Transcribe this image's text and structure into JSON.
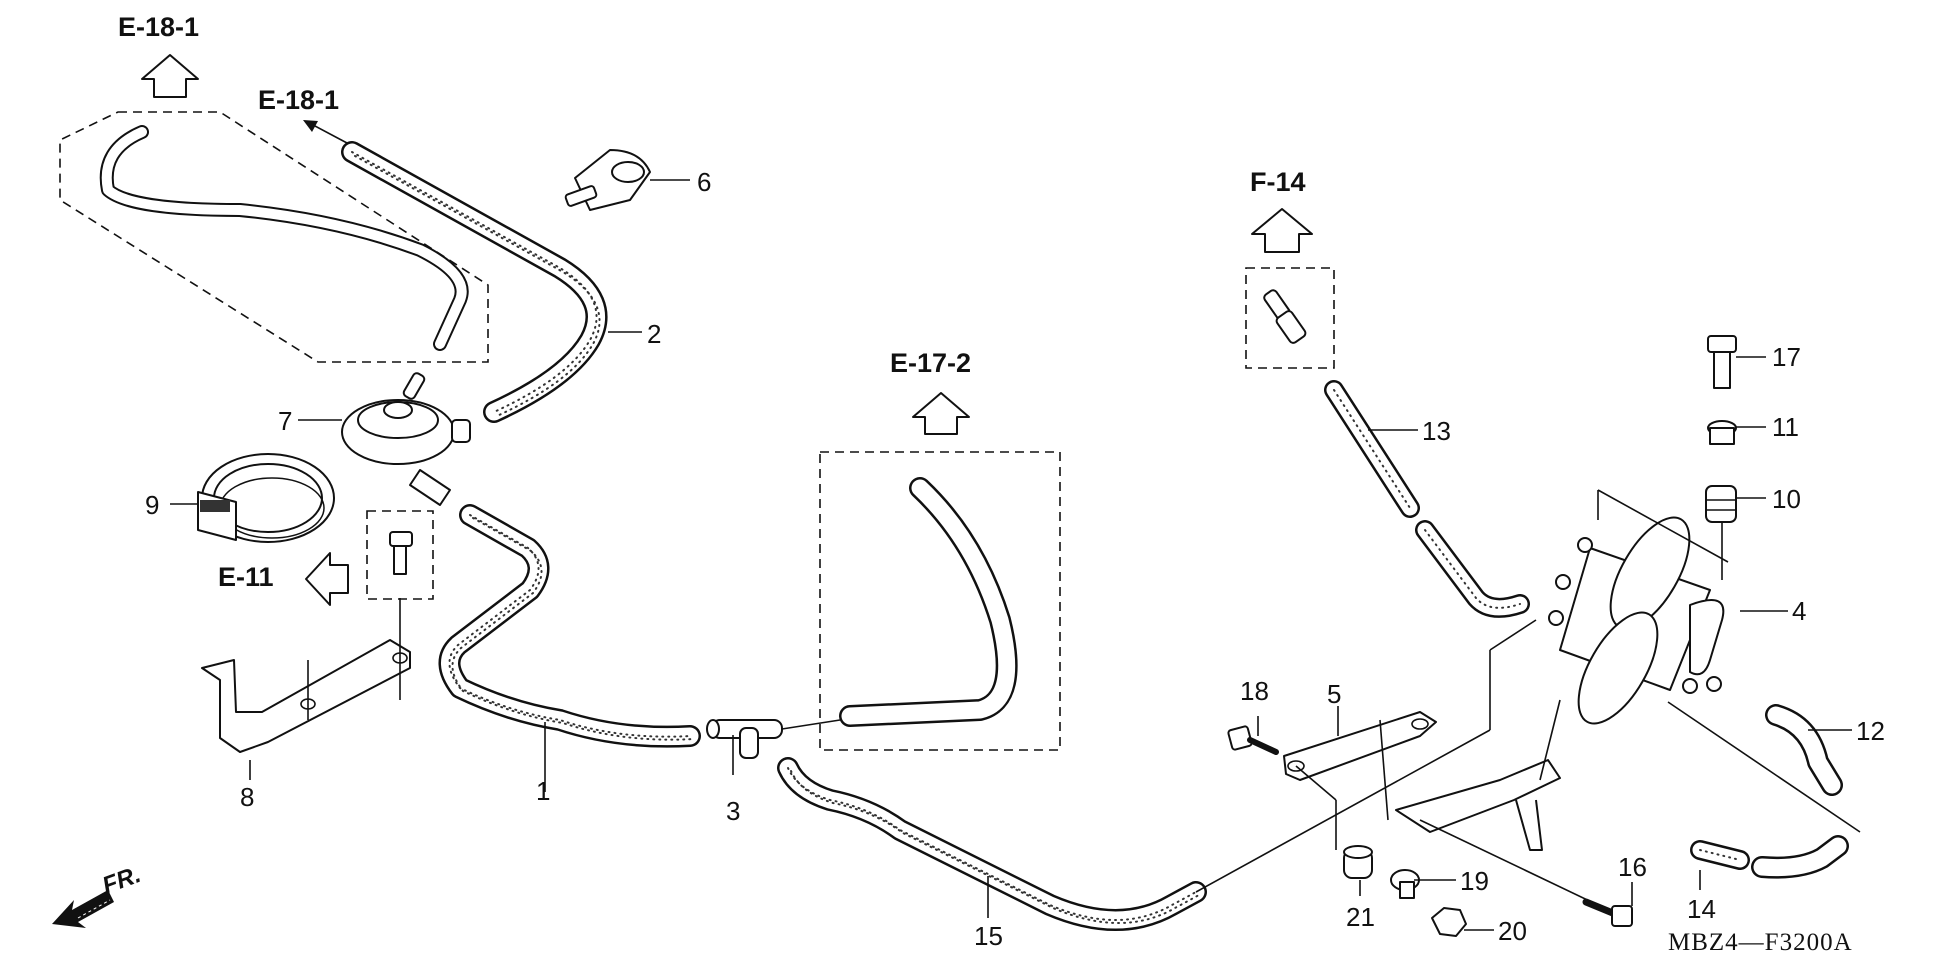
{
  "diagram": {
    "drawing_code": "MBZ4—F3200A",
    "front_indicator": "FR.",
    "references": [
      {
        "id": "e18-1-top",
        "label": "E-18-1"
      },
      {
        "id": "e18-1-side",
        "label": "E-18-1"
      },
      {
        "id": "e11",
        "label": "E-11"
      },
      {
        "id": "e17-2",
        "label": "E-17-2"
      },
      {
        "id": "f14",
        "label": "F-14"
      }
    ],
    "callouts": [
      "1",
      "2",
      "3",
      "4",
      "5",
      "6",
      "7",
      "8",
      "9",
      "10",
      "11",
      "12",
      "13",
      "14",
      "15",
      "16",
      "17",
      "18",
      "19",
      "20",
      "21"
    ]
  }
}
